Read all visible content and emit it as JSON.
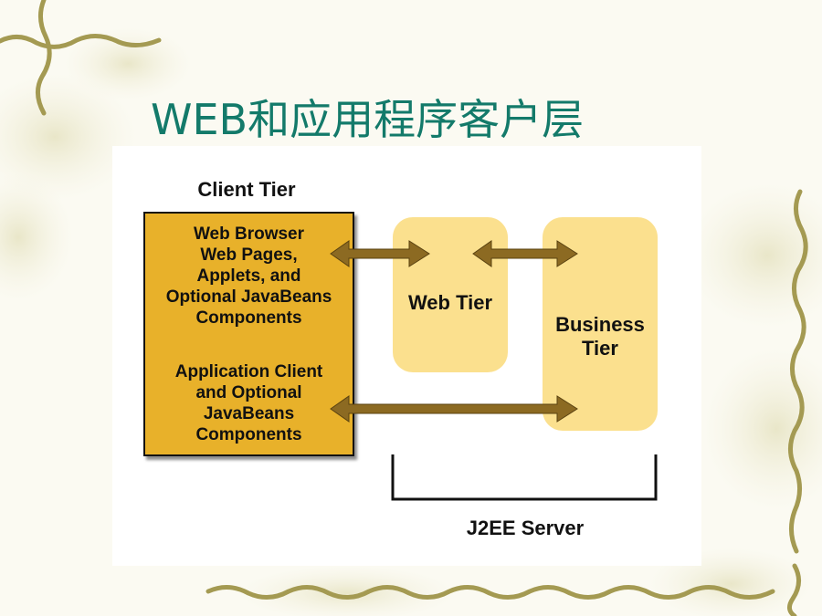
{
  "slide": {
    "title": "WEB和应用程序客户层"
  },
  "diagram": {
    "client_tier_label": "Client Tier",
    "client_box_group1": [
      "Web Browser",
      "Web Pages,",
      "Applets, and",
      "Optional JavaBeans",
      "Components"
    ],
    "client_box_group2": [
      "Application Client",
      "and Optional",
      "JavaBeans",
      "Components"
    ],
    "web_tier_label": "Web Tier",
    "business_tier_label": [
      "Business",
      "Tier"
    ],
    "server_label": "J2EE Server"
  },
  "colors": {
    "title": "#137a6a",
    "client_box": "#e8b12a",
    "tier_box": "#fbe08e",
    "arrow": "#8c6a22"
  }
}
